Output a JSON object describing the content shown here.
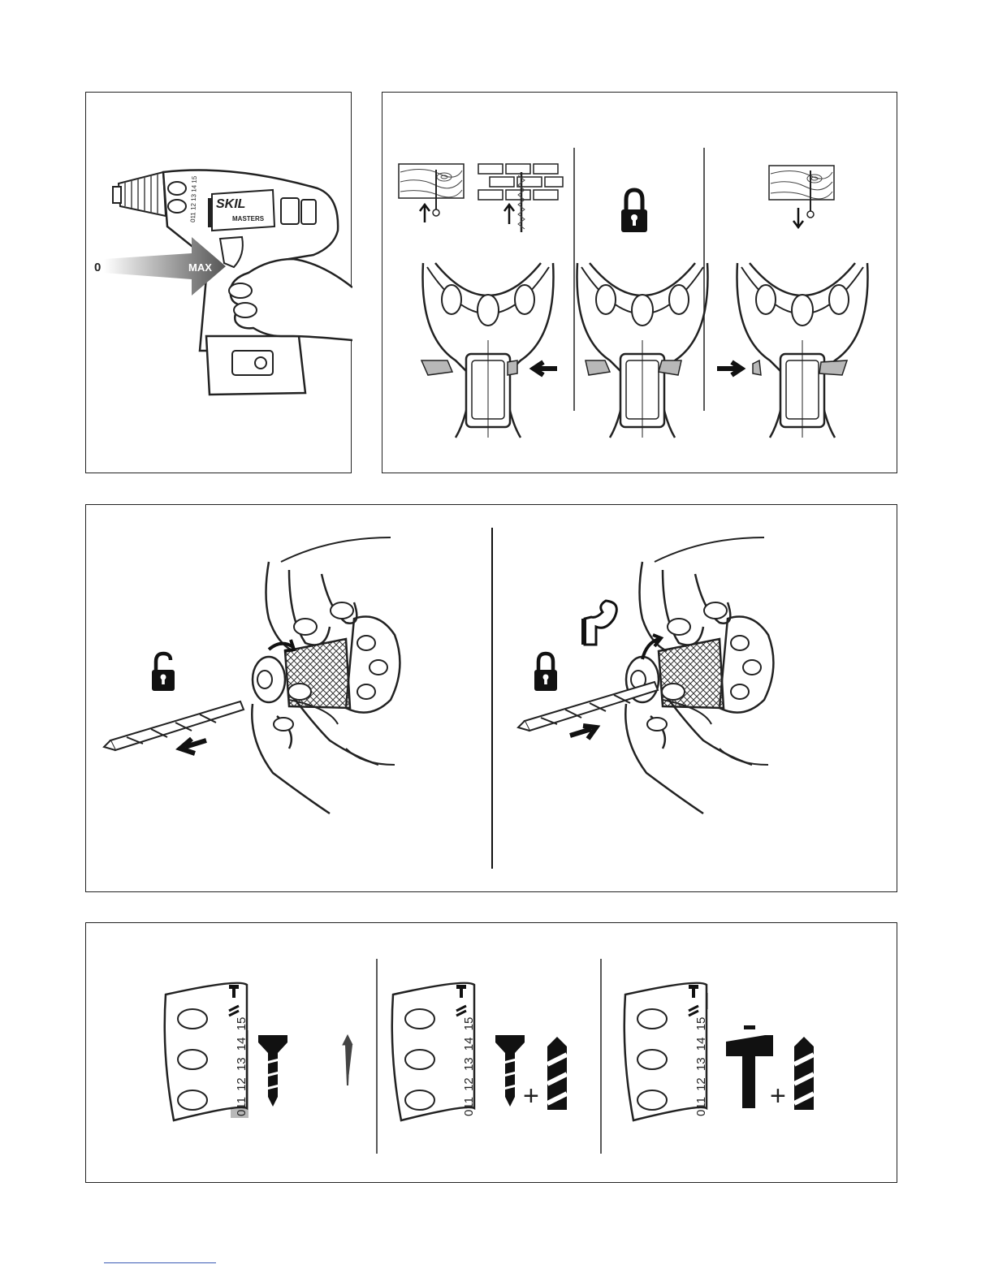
{
  "fig1": {
    "brand": "SKIL",
    "model": "MASTERS",
    "speed_min": "0",
    "speed_max": "MAX",
    "dial_labels": "011 12 13 14 15"
  },
  "fig2": {
    "modes": [
      "forward-screwing",
      "lock",
      "reverse-unscrewing"
    ]
  },
  "fig3": {
    "left": {
      "action": "release-bit",
      "lock_state": "unlocked-icon"
    },
    "right": {
      "action": "insert-bit",
      "lock_state": "locked-icon",
      "extra_icon": "strength-arm-icon"
    }
  },
  "fig4": {
    "settings": [
      {
        "numbers": [
          "011",
          "12",
          "13",
          "14",
          "15"
        ],
        "highlight": "torque-range",
        "tool": "screw-icon"
      },
      {
        "numbers": [
          "011",
          "12",
          "13",
          "14",
          "15"
        ],
        "highlight": "drill-mode",
        "tool": "screw-plus-drill-icon",
        "plus": "+"
      },
      {
        "numbers": [
          "011",
          "12",
          "13",
          "14",
          "15"
        ],
        "highlight": "hammer-mode",
        "tool": "hammer-plus-drill-icon",
        "plus": "+"
      }
    ]
  },
  "colors": {
    "ink": "#1a1a1a",
    "grey": "#b8b8b8",
    "dark": "#222222"
  }
}
